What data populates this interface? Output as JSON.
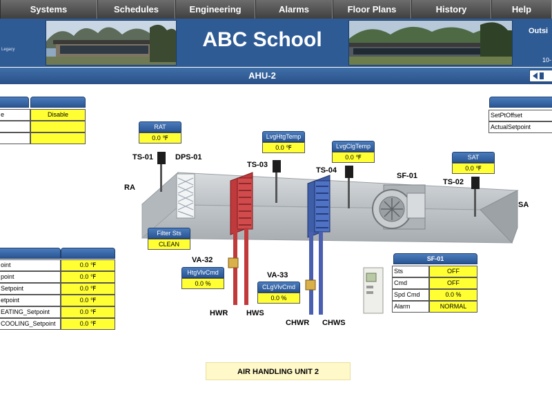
{
  "nav": {
    "items": [
      "Systems",
      "Schedules",
      "Engineering",
      "Alarms",
      "Floor Plans",
      "History",
      "Help"
    ]
  },
  "banner": {
    "title": "ABC School",
    "logo_text": "Legacy",
    "outside_label": "Outsi",
    "outside_sub": "10-"
  },
  "ahu_bar": {
    "title": "AHU-2"
  },
  "left_top_table": {
    "rows": [
      {
        "label": "e",
        "value": "Disable"
      },
      {
        "label": "",
        "value": ""
      },
      {
        "label": "",
        "value": ""
      }
    ]
  },
  "left_setpoint_table": {
    "rows": [
      {
        "label": "oint",
        "value": "0.0 ℉"
      },
      {
        "label": "point",
        "value": "0.0 ℉"
      },
      {
        "label": "Setpoint",
        "value": "0.0 ℉"
      },
      {
        "label": "etpoint",
        "value": "0.0 ℉"
      },
      {
        "label": "EATING_Setpoint",
        "value": "0.0 ℉"
      },
      {
        "label": "COOLING_Setpoint",
        "value": "0.0 ℉"
      }
    ]
  },
  "right_top_table": {
    "rows": [
      {
        "label": "SetPtOffset"
      },
      {
        "label": "ActualSetpoint"
      }
    ]
  },
  "sensors": {
    "rat": {
      "label": "RAT",
      "value": "0.0 ℉"
    },
    "lvg_htg": {
      "label": "LvgHtgTemp",
      "value": "0.0 ℉"
    },
    "lvg_clg": {
      "label": "LvgClgTemp",
      "value": "0.0 ℉"
    },
    "sat": {
      "label": "SAT",
      "value": "0.0 ℉"
    },
    "filter": {
      "label": "Filter Sts",
      "value": "CLEAN"
    },
    "htg_vlv": {
      "label": "HtgVlvCmd",
      "value": "0.0 %"
    },
    "clg_vlv": {
      "label": "CLgVlvCmd",
      "value": "0.0 %"
    }
  },
  "sf01_table": {
    "title": "SF-01",
    "rows": [
      {
        "label": "Sts",
        "value": "OFF"
      },
      {
        "label": "Cmd",
        "value": "OFF"
      },
      {
        "label": "Spd Cmd",
        "value": "0.0 %"
      },
      {
        "label": "Alarm",
        "value": "NORMAL"
      }
    ]
  },
  "tags": {
    "ts01": "TS-01",
    "dps01": "DPS-01",
    "ts03": "TS-03",
    "ts04": "TS-04",
    "sf01": "SF-01",
    "ts02": "TS-02",
    "ra": "RA",
    "sa": "SA",
    "va32": "VA-32",
    "va33": "VA-33",
    "hwr": "HWR",
    "hws": "HWS",
    "chwr": "CHWR",
    "chws": "CHWS"
  },
  "footer": {
    "label": "AIR HANDLING UNIT 2"
  },
  "colors": {
    "nav_bg": "#4a4a4a",
    "banner_bg": "#2f5b95",
    "header_blue": "#2a5592",
    "value_yellow": "#ffff33",
    "hot_water": "#c0393b",
    "chilled_water": "#4a5fb0"
  }
}
